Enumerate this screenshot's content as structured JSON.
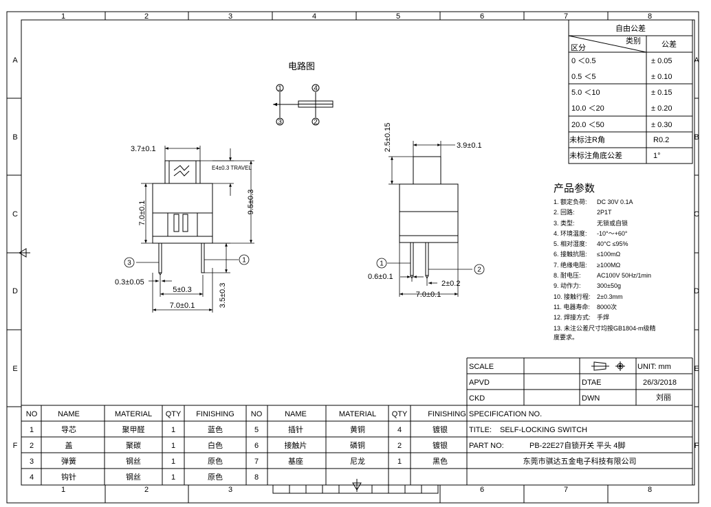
{
  "frame": {
    "columns": [
      "1",
      "2",
      "3",
      "4",
      "5",
      "6",
      "7",
      "8"
    ],
    "rows": [
      "A",
      "B",
      "C",
      "D",
      "E",
      "F"
    ]
  },
  "tolerance": {
    "title": "自由公差",
    "head_class": "类别",
    "head_range": "区分",
    "head_tol": "公差",
    "rows": [
      {
        "range": "0    ＜0.5",
        "tol": "± 0.05"
      },
      {
        "range": "0.5    ＜5",
        "tol": "± 0.10"
      },
      {
        "range": "5.0    ＜10",
        "tol": "± 0.15"
      },
      {
        "range": "10.0   ＜20",
        "tol": "± 0.20"
      },
      {
        "range": "20.0   ＜50",
        "tol": "± 0.30"
      },
      {
        "range": "未标注R角",
        "tol": "R0.2"
      },
      {
        "range": "未标注角底公差",
        "tol": "1°"
      }
    ]
  },
  "circuit": {
    "title": "电路图",
    "pins": [
      "1",
      "4",
      "3",
      "2"
    ]
  },
  "dims": {
    "front_top_width": "3.7±0.1",
    "travel": "E4±0.3  TRAVEL",
    "front_height": "7.0±0.1",
    "total_height": "9.5±0.3",
    "pin_thickness": "0.3±0.05",
    "pin_pitch": "5±0.3",
    "pin_length": "3.5±0.3",
    "front_width": "7.0±0.1",
    "side_top_height": "2.5±0.15",
    "side_top_width": "3.9±0.1",
    "side_pin_width": "0.6±0.1",
    "side_pin_gap": "2±0.2",
    "side_width": "7.0±0.1",
    "callout_1": "1",
    "callout_2": "2",
    "callout_3": "3"
  },
  "params": {
    "title": "产品参数",
    "items": [
      {
        "label": "1. 额定负荷:",
        "value": "DC 30V 0.1A"
      },
      {
        "label": "2. 回路:",
        "value": "2P1T"
      },
      {
        "label": "3. 类型:",
        "value": "无锁或自锁"
      },
      {
        "label": "4. 环境温度:",
        "value": "-10°～+60°"
      },
      {
        "label": "5. 相对湿度:",
        "value": "40°C  ≤95%"
      },
      {
        "label": "6. 接触抗阻:",
        "value": "≤100mΩ"
      },
      {
        "label": "7. 绝缘电阻:",
        "value": "≥100MΩ"
      },
      {
        "label": "8. 耐电压:",
        "value": "AC100V 50Hz/1min"
      },
      {
        "label": "9. 动作力:",
        "value": "300±50g"
      },
      {
        "label": "10. 接触行程:",
        "value": "2±0.3mm"
      },
      {
        "label": "11. 电器寿命:",
        "value": "8000次"
      },
      {
        "label": "12. 焊接方式:",
        "value": "手焊"
      }
    ],
    "note_line1": "13. 未注公差尺寸均按GB1804-m级精",
    "note_line2": "度要求。"
  },
  "title_block": {
    "scale_label": "SCALE",
    "unit_label": "UNIT: mm",
    "apvd_label": "APVD",
    "date_label": "DTAE",
    "date_value": "26/3/2018",
    "ckd_label": "CKD",
    "dwn_label": "DWN",
    "dwn_value": "刘丽",
    "spec_label": "SPECIFICATION NO.",
    "title_label": "TITLE:",
    "title_value": "SELF-LOCKING SWITCH",
    "part_label": "PART NO:",
    "part_value": "PB-22E27自锁开关 平头 4脚",
    "company": "东莞市骐达五金电子科技有限公司"
  },
  "bom": {
    "headers": [
      "NO",
      "NAME",
      "MATERIAL",
      "QTY",
      "FINISHING",
      "NO",
      "NAME",
      "MATERIAL",
      "QTY",
      "FINISHING"
    ],
    "rows": [
      [
        "1",
        "导芯",
        "聚甲醛",
        "1",
        "蓝色",
        "5",
        "插针",
        "黄铜",
        "4",
        "镀银"
      ],
      [
        "2",
        "盖",
        "聚碳",
        "1",
        "白色",
        "6",
        "接触片",
        "磷铜",
        "2",
        "镀银"
      ],
      [
        "3",
        "弹簧",
        "钢丝",
        "1",
        "原色",
        "7",
        "基座",
        "尼龙",
        "1",
        "黑色"
      ],
      [
        "4",
        "钩针",
        "钢丝",
        "1",
        "原色",
        "8",
        "",
        "",
        "",
        ""
      ]
    ]
  }
}
